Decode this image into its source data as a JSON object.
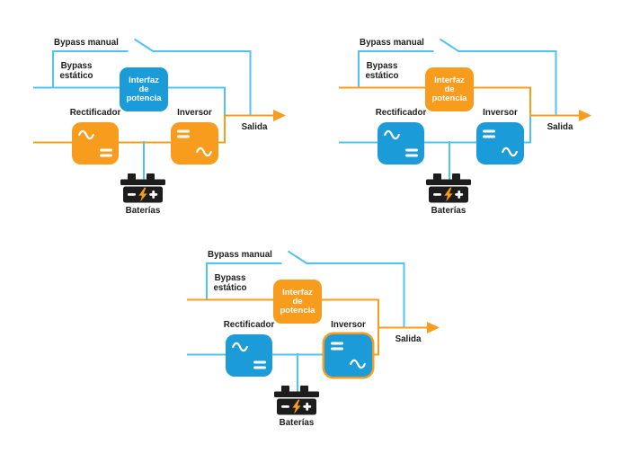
{
  "colors": {
    "cyan_wire": "#4FC4F0",
    "cyan_box": "#1B9CD8",
    "orange": "#F89C1E",
    "text_black": "#1d1d1f",
    "battery_black": "#1d1d1d",
    "symbol_white": "#FFFFFF"
  },
  "icons": [
    "switch-blade-icon",
    "output-arrowhead",
    "battery-icon",
    "lightning-bolt-icon",
    "ac-sine-icon",
    "dc-equals-icon"
  ],
  "diagrams": [
    {
      "labels": {
        "bypass_manual": "Bypass manual",
        "bypass_static": "Bypass\nestático",
        "interface": "Interfaz\nde\npotencia",
        "rectifier": "Rectificador",
        "inverter": "Inversor",
        "output": "Salida",
        "batteries": "Baterías"
      },
      "css_vars": "--w-manual:#4FC4F0;--w-static:#4FC4F0;--w-junc-top:#4FC4F0;--w-junc-bot:#F89C1E;--w-main:#F89C1E;--w-out:#F89C1E;--box-if:#1B9CD8;--box-conv:#F89C1E;--inv-ring:transparent"
    },
    {
      "labels": {
        "bypass_manual": "Bypass manual",
        "bypass_static": "Bypass\nestático",
        "interface": "Interfaz\nde\npotencia",
        "rectifier": "Rectificador",
        "inverter": "Inversor",
        "output": "Salida",
        "batteries": "Baterías"
      },
      "css_vars": "--w-manual:#4FC4F0;--w-static:#F89C1E;--w-junc-top:#F89C1E;--w-junc-bot:#4FC4F0;--w-main:#4FC4F0;--w-out:#4FC4F0;--box-if:#F89C1E;--box-conv:#1B9CD8;--inv-ring:transparent"
    },
    {
      "labels": {
        "bypass_manual": "Bypass manual",
        "bypass_static": "Bypass\nestático",
        "interface": "Interfaz\nde\npotencia",
        "rectifier": "Rectificador",
        "inverter": "Inversor",
        "output": "Salida",
        "batteries": "Baterías"
      },
      "css_vars": "--w-manual:#4FC4F0;--w-static:#F89C1E;--w-junc-top:#F89C1E;--w-junc-bot:#F89C1E;--w-main:#4FC4F0;--w-out:#F89C1E;--box-if:#F89C1E;--box-conv:#1B9CD8;--inv-ring:#F89C1E"
    }
  ]
}
